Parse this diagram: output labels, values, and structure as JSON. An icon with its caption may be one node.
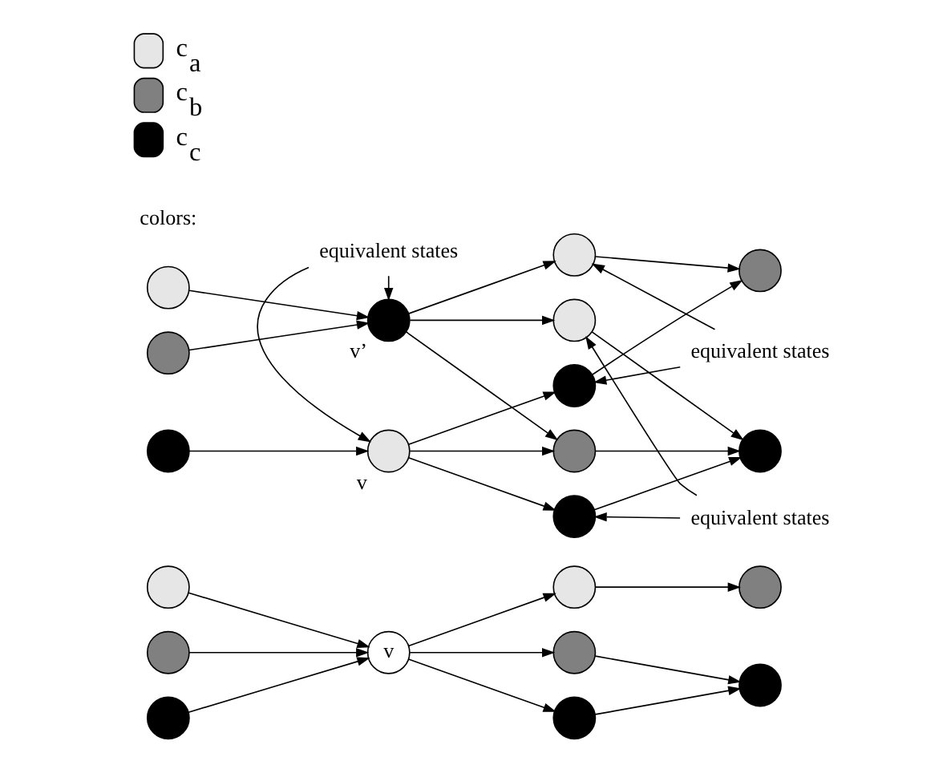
{
  "diagram": {
    "nodes": [
      {
        "text": [],
        "shape": "circle"
      },
      {
        "text": [],
        "shape": "circle"
      },
      {
        "text": [],
        "shape": "circle"
      },
      {
        "text": [
          "v"
        ]
      },
      {
        "text": [],
        "shape": "circle"
      },
      {
        "text": [],
        "shape": "circle"
      },
      {
        "text": [],
        "shape": "circle"
      },
      {
        "text": [],
        "shape": "circle"
      },
      {
        "text": [],
        "shape": "circle"
      },
      {
        "text": [],
        "shape": "circle"
      },
      {
        "text": [],
        "shape": "circle"
      },
      {
        "text": [],
        "shape": "circle"
      },
      {
        "text": [],
        "shape": "circle",
        "beside": [
          "v’"
        ]
      },
      {
        "text": [],
        "shape": "circle",
        "beside": [
          "v"
        ]
      },
      {
        "text": [],
        "shape": "circle"
      },
      {
        "text": [],
        "shape": "circle"
      },
      {
        "text": [],
        "shape": "circle"
      },
      {
        "text": [],
        "shape": "circle"
      },
      {
        "text": [],
        "shape": "circle"
      },
      {
        "text": [],
        "shape": "circle"
      },
      {
        "text": [],
        "shape": "circle"
      },
      {
        "text": [
          "equivalent states"
        ]
      },
      {
        "text": [
          "equivalent states"
        ]
      },
      {
        "text": [
          "equivalent states"
        ]
      }
    ],
    "edges": [
      {
        "from": 0,
        "to": 3,
        "arrow": "to"
      },
      {
        "from": 1,
        "to": 3,
        "arrow": "to"
      },
      {
        "from": 2,
        "to": 3,
        "arrow": "to"
      },
      {
        "from": 3,
        "to": 4,
        "arrow": "to"
      },
      {
        "from": 3,
        "to": 5,
        "arrow": "to"
      },
      {
        "from": 3,
        "to": 6,
        "arrow": "to"
      },
      {
        "from": 4,
        "to": 7,
        "arrow": "to"
      },
      {
        "from": 5,
        "to": 8,
        "arrow": "to"
      },
      {
        "from": 6,
        "to": 8,
        "arrow": "to"
      },
      {
        "from": 9,
        "to": 12,
        "arrow": "to"
      },
      {
        "from": 10,
        "to": 12,
        "arrow": "to"
      },
      {
        "from": 11,
        "to": 13,
        "arrow": "to"
      },
      {
        "from": 12,
        "to": 15,
        "arrow": "to"
      },
      {
        "from": 12,
        "to": 16,
        "arrow": "to"
      },
      {
        "from": 12,
        "to": 18,
        "arrow": "to"
      },
      {
        "from": 13,
        "to": 14,
        "arrow": "to"
      },
      {
        "from": 13,
        "to": 16,
        "arrow": "to"
      },
      {
        "from": 13,
        "to": 17,
        "arrow": "to"
      },
      {
        "from": 14,
        "to": 19,
        "arrow": "to"
      },
      {
        "from": 15,
        "to": 19,
        "arrow": "to"
      },
      {
        "from": 16,
        "to": 20,
        "arrow": "to"
      },
      {
        "from": 17,
        "to": 20,
        "arrow": "to"
      },
      {
        "from": 18,
        "to": 20,
        "arrow": "to"
      },
      {
        "from": 21,
        "to": 14,
        "arrow": "to"
      },
      {
        "from": 21,
        "to": 15,
        "arrow": "to"
      },
      {
        "from": 22,
        "to": 12,
        "arrow": "to"
      },
      {
        "from": 22,
        "to": 13,
        "arrow": "to"
      },
      {
        "from": 23,
        "to": 17,
        "arrow": "to"
      },
      {
        "from": 23,
        "to": 18,
        "arrow": "to"
      }
    ],
    "labels": [
      "colors:"
    ],
    "legend": [
      {
        "text": "c$_{a}$",
        "color": "#e6e6e6"
      },
      {
        "text": "c$_{b}$",
        "color": "#808080"
      },
      {
        "text": "c$_{c}$",
        "color": "#000000"
      }
    ]
  }
}
